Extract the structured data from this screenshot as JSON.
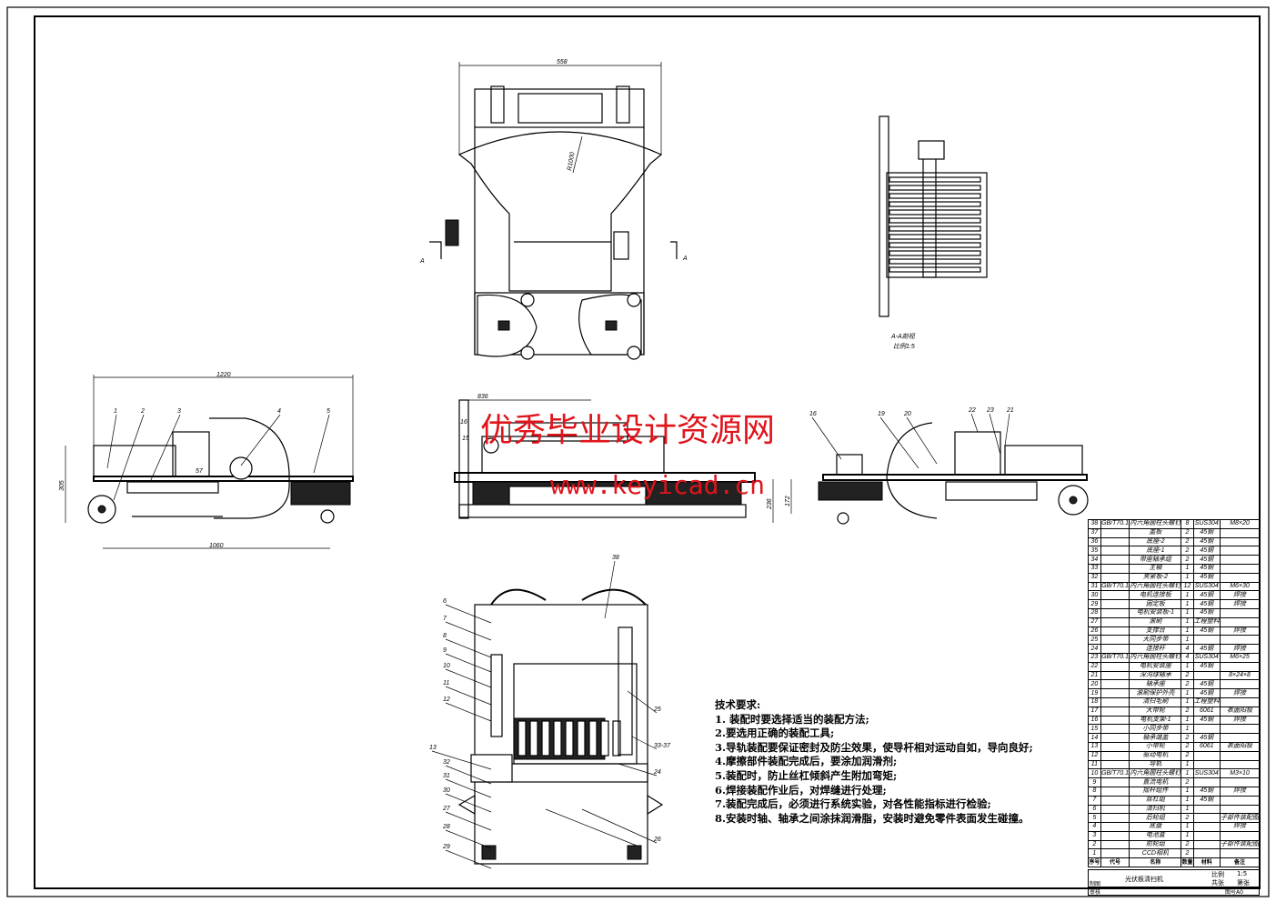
{
  "drawing": {
    "top_view": {
      "width_dim": "558",
      "radius_dim": "R1000",
      "section_marks": [
        "A",
        "A"
      ]
    },
    "section_view": {
      "title": "A-A剖视",
      "scale": "比例1:5"
    },
    "left_view": {
      "overall_dim": "1220",
      "height_dim": "305",
      "wheelbase_dim": "1060",
      "inner_dim": "57",
      "balloons": [
        "1",
        "2",
        "3",
        "4",
        "5"
      ]
    },
    "front_view": {
      "width_dim": "836",
      "balloons": [
        "16",
        "15"
      ]
    },
    "right_view": {
      "dims": [
        "236",
        "172"
      ],
      "balloons": [
        "16",
        "19",
        "20",
        "22",
        "23",
        "21"
      ]
    },
    "bottom_view": {
      "balloons_left": [
        "6",
        "7",
        "8",
        "9",
        "10",
        "11",
        "12",
        "13",
        "32",
        "31",
        "30",
        "27",
        "28",
        "29"
      ],
      "balloons_right": [
        "38",
        "25",
        "33-37",
        "24",
        "26"
      ]
    }
  },
  "tech_requirements": {
    "title": "技术要求:",
    "items": [
      "1. 装配时要选择适当的装配方法;",
      "2.要选用正确的装配工具;",
      "3.导轨装配要保证密封及防尘效果，使导杆相对运动自如，导向良好;",
      "4.摩擦部件装配完成后，要涂加润滑剂;",
      "5.装配时，防止丝杠倾斜产生附加弯矩;",
      "6.焊接装配作业后，对焊缝进行处理;",
      "7.装配完成后，必须进行系统实验，对各性能指标进行检验;",
      "8.安装时轴、轴承之间涂抹润滑脂，安装时避免零件表面发生碰撞。"
    ]
  },
  "bom": {
    "rows": [
      [
        "38",
        "GB/T70.1",
        "内六角圆柱头螺钉",
        "8",
        "SUS304",
        "M8×20"
      ],
      [
        "37",
        "",
        "盖板",
        "2",
        "45钢",
        ""
      ],
      [
        "36",
        "",
        "底座-2",
        "2",
        "45钢",
        ""
      ],
      [
        "35",
        "",
        "底座-1",
        "2",
        "45钢",
        ""
      ],
      [
        "34",
        "",
        "带座轴承组",
        "2",
        "45钢",
        ""
      ],
      [
        "33",
        "",
        "主轴",
        "1",
        "45钢",
        ""
      ],
      [
        "32",
        "",
        "夹紧板-2",
        "1",
        "45钢",
        ""
      ],
      [
        "31",
        "GB/T70.1",
        "内六角圆柱头螺钉",
        "12",
        "SUS304",
        "M6×30"
      ],
      [
        "30",
        "",
        "电机连接板",
        "1",
        "45钢",
        "焊接"
      ],
      [
        "29",
        "",
        "固定板",
        "1",
        "45钢",
        "焊接"
      ],
      [
        "28",
        "",
        "电机安装板-1",
        "1",
        "45钢",
        ""
      ],
      [
        "27",
        "",
        "滚刷",
        "1",
        "工程塑料",
        ""
      ],
      [
        "26",
        "",
        "支撑台",
        "1",
        "45钢",
        "焊接"
      ],
      [
        "25",
        "",
        "大同步带",
        "1",
        "",
        ""
      ],
      [
        "24",
        "",
        "连接杆",
        "4",
        "45钢",
        "焊接"
      ],
      [
        "23",
        "GB/T70.1",
        "内六角圆柱头螺钉",
        "4",
        "SUS304",
        "M6×25"
      ],
      [
        "22",
        "",
        "电机安装座",
        "1",
        "45钢",
        ""
      ],
      [
        "21",
        "",
        "深沟球轴承",
        "2",
        "",
        "8×24×8"
      ],
      [
        "20",
        "",
        "轴承座",
        "2",
        "45钢",
        ""
      ],
      [
        "19",
        "",
        "滚刷保护外壳",
        "1",
        "45钢",
        "焊接"
      ],
      [
        "18",
        "",
        "清扫毛刷",
        "1",
        "工程塑料",
        ""
      ],
      [
        "17",
        "",
        "大带轮",
        "2",
        "6061",
        "表面阳极"
      ],
      [
        "16",
        "",
        "电机支架-1",
        "1",
        "45钢",
        "焊接"
      ],
      [
        "15",
        "",
        "小同步带",
        "1",
        "",
        ""
      ],
      [
        "14",
        "",
        "轴承端盖",
        "2",
        "45钢",
        ""
      ],
      [
        "13",
        "",
        "小带轮",
        "2",
        "6061",
        "表面阳极"
      ],
      [
        "12",
        "",
        "驱动电机",
        "2",
        "",
        ""
      ],
      [
        "11",
        "",
        "导轨",
        "1",
        "",
        ""
      ],
      [
        "10",
        "GB/T70.1",
        "内六角圆柱头螺钉",
        "1",
        "SUS304",
        "M3×10"
      ],
      [
        "9",
        "",
        "直流电机",
        "2",
        "",
        ""
      ],
      [
        "8",
        "",
        "摇杆组件",
        "1",
        "45钢",
        "焊接"
      ],
      [
        "7",
        "",
        "丝杠组",
        "1",
        "45钢",
        ""
      ],
      [
        "6",
        "",
        "清扫机",
        "1",
        "",
        ""
      ],
      [
        "5",
        "",
        "后轮组",
        "2",
        "",
        "子部件装配图"
      ],
      [
        "4",
        "",
        "底盘",
        "1",
        "",
        "焊接"
      ],
      [
        "3",
        "",
        "电池盒",
        "1",
        "",
        ""
      ],
      [
        "2",
        "",
        "前轮组",
        "2",
        "",
        "子部件装配图"
      ],
      [
        "1",
        "",
        "CCD相机",
        "2",
        "",
        ""
      ]
    ],
    "headers": [
      "序号",
      "代号",
      "名称",
      "数量",
      "材料",
      "备注"
    ]
  },
  "title_block": {
    "name": "光伏板清扫机",
    "scale_label": "比例",
    "scale_value": "1:5",
    "sheets": "共张",
    "sheet": "第张",
    "drawn": "制图",
    "checked": "审核",
    "drawing_no": "图号A0"
  },
  "watermark": {
    "line1": "优秀毕业设计资源网",
    "line2": "www.keyicad.cn",
    "color": "#e0141b"
  }
}
